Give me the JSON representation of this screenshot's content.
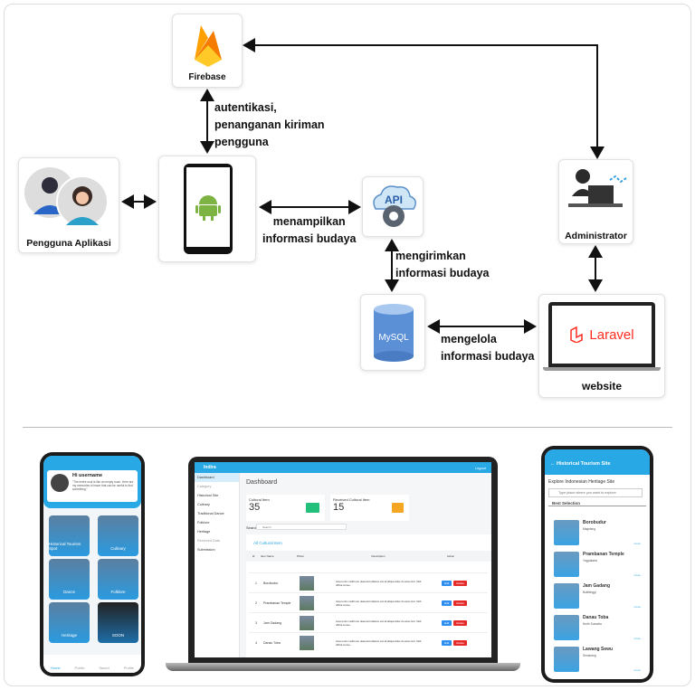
{
  "diagram": {
    "nodes": {
      "firebase": "Firebase",
      "users": "Pengguna Aplikasi",
      "administrator": "Administrator",
      "website": "website",
      "laravel": "Laravel",
      "api": "API",
      "mysql": "MySQL"
    },
    "edges": {
      "firebase_android": [
        "autentikasi,",
        "penanganan kiriman",
        "pengguna"
      ],
      "android_api": [
        "menampilkan",
        "informasi budaya"
      ],
      "api_mysql": [
        "mengirimkan",
        "informasi budaya"
      ],
      "mysql_laravel": [
        "mengelola",
        "informasi budaya"
      ]
    }
  },
  "mobile_home": {
    "greeting": "Hi username",
    "quote": "\"The entire soul is like an empty room. Here are my memories to leave that can be useful to find something.\"",
    "tiles": [
      "Historical Tourism Spot",
      "Culinary",
      "Dance",
      "Folklore",
      "Heritage",
      "SOON"
    ],
    "nav": [
      "Home",
      "Public",
      "Saved",
      "Profile"
    ]
  },
  "dashboard": {
    "logo": "Indira",
    "logout": "Logout",
    "title": "Dashboard",
    "sidebar": {
      "active": "Dashboard",
      "category_label": "Category",
      "items": [
        "Historical Site",
        "Culinary",
        "Traditional Dance",
        "Folklore",
        "Heritage"
      ],
      "received_label": "Received Data",
      "submission": "Submission"
    },
    "cards": [
      {
        "label": "Cultural Item",
        "value": "35"
      },
      {
        "label": "Received Cultural Item",
        "value": "15"
      }
    ],
    "search_label": "Search:",
    "search_placeholder": "Search",
    "table_title": "All Cultural Item",
    "columns": [
      "Id",
      "Item Name",
      "Photo",
      "Description",
      "Action"
    ],
    "rows": [
      {
        "id": "1",
        "name": "Borobudur",
        "desc": "Amet enim mollit non deserunt ullamco est sit aliqua dolor do amet sint. Velit officia conse..."
      },
      {
        "id": "2",
        "name": "Prambanan Temple",
        "desc": "Amet enim mollit non deserunt ullamco est sit aliqua dolor do amet sint. Velit officia conse..."
      },
      {
        "id": "3",
        "name": "Jam Gadang",
        "desc": "Amet enim mollit non deserunt ullamco est sit aliqua dolor do amet sint. Velit officia conse..."
      },
      {
        "id": "4",
        "name": "Danau Toba",
        "desc": "Amet enim mollit non deserunt ullamco est sit aliqua dolor do amet sint. Velit officia conse..."
      }
    ],
    "edit": "Edit",
    "delete": "Delete"
  },
  "mobile_list": {
    "title": "Historical Tourism Site",
    "subtitle": "Explore Indonesian Heritage Site",
    "search_placeholder": "Type place where you want to explore",
    "section": "Best Selection",
    "items": [
      {
        "name": "Borobudur",
        "loc": "Magelang"
      },
      {
        "name": "Prambanan Temple",
        "loc": "Yogyakarta"
      },
      {
        "name": "Jam Gadang",
        "loc": "Bukittinggi"
      },
      {
        "name": "Danau Toba",
        "loc": "North Sumatra"
      },
      {
        "name": "Lawang Sewu",
        "loc": "Semarang"
      }
    ],
    "more": "more..."
  }
}
